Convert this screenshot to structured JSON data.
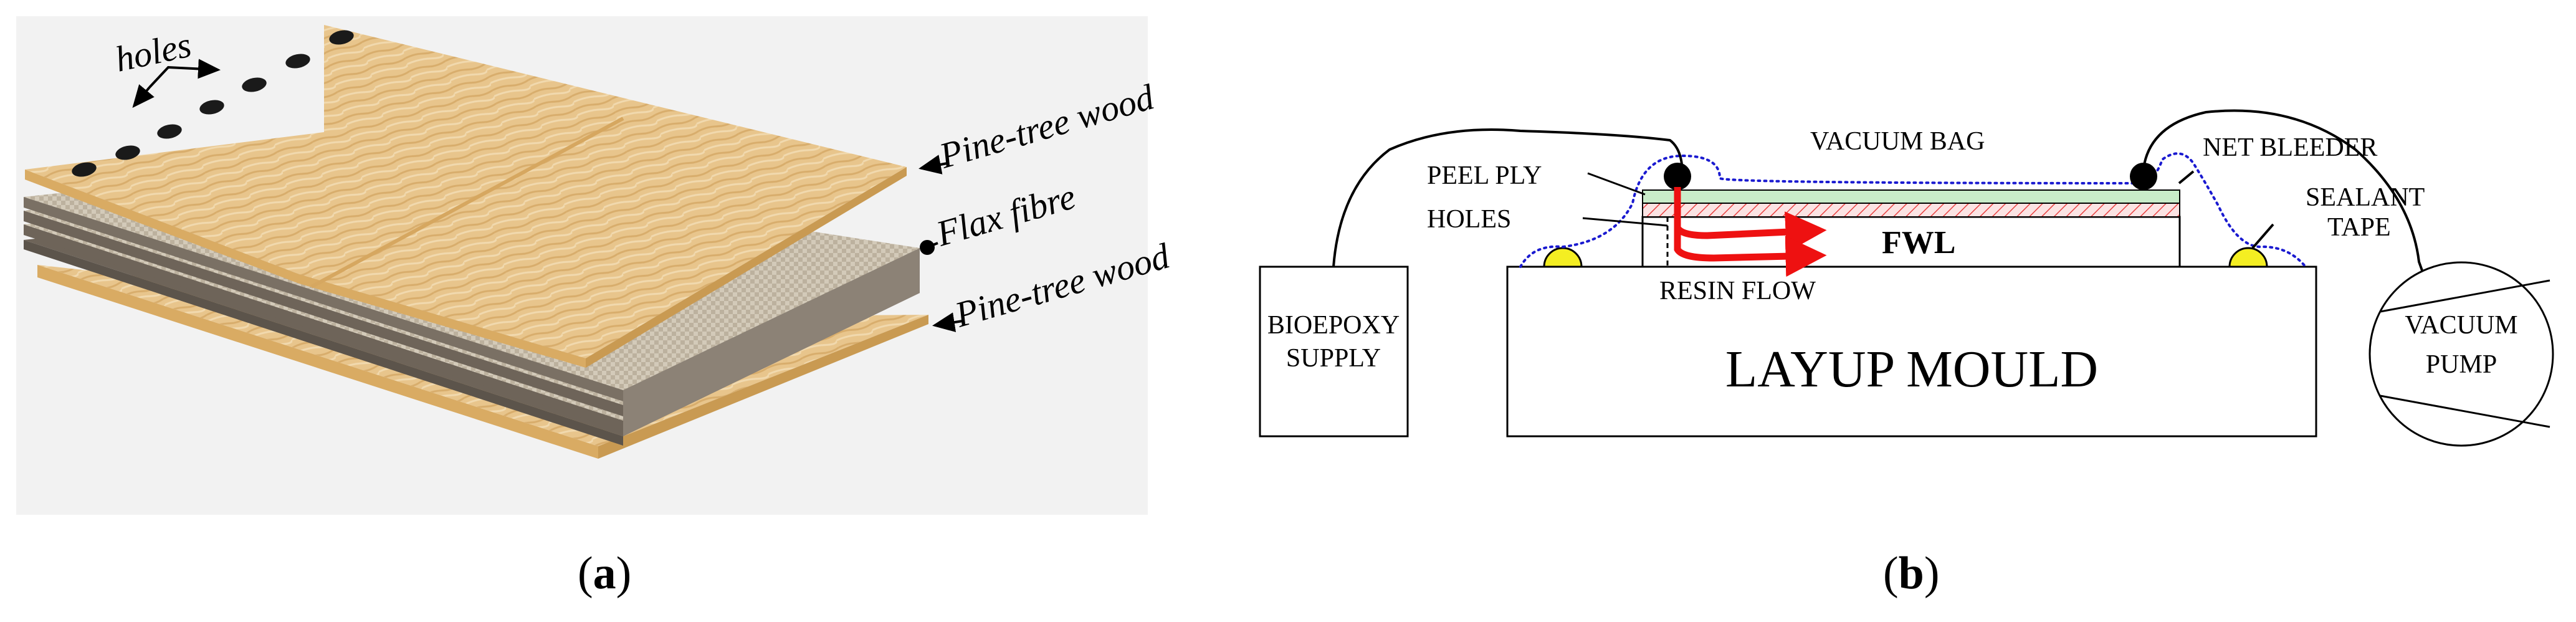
{
  "panel_a": {
    "label_holes": "holes",
    "label_top_wood": "Pine-tree wood",
    "label_flax": "Flax fibre",
    "label_bottom_wood": "Pine-tree wood",
    "caption_letter": "a",
    "colors": {
      "wood": "#e7c287",
      "wood_edge": "#d9ab63",
      "flax_edge": "#6e6459",
      "flax_face": "#cfc5b3",
      "background": "#f2f2f2"
    }
  },
  "panel_b": {
    "label_vacuum_bag": "VACUUM BAG",
    "label_peel_ply": "PEEL PLY",
    "label_net_bleeder": "NET BLEEDER",
    "label_holes": "HOLES",
    "label_sealant_1": "SEALANT",
    "label_sealant_2": "TAPE",
    "label_fwl": "FWL",
    "label_resin_flow": "RESIN FLOW",
    "label_bioepoxy_1": "BIOEPOXY",
    "label_bioepoxy_2": "SUPPLY",
    "label_mould": "LAYUP MOULD",
    "label_pump_1": "VACUUM",
    "label_pump_2": "PUMP",
    "caption_letter": "b",
    "colors": {
      "resin_arrow": "#ee1111",
      "peel_ply": "#c9ecc9",
      "hatch": "#e84040",
      "sealant": "#f4ee22",
      "vacuum_bag": "#1a1ad0"
    }
  }
}
